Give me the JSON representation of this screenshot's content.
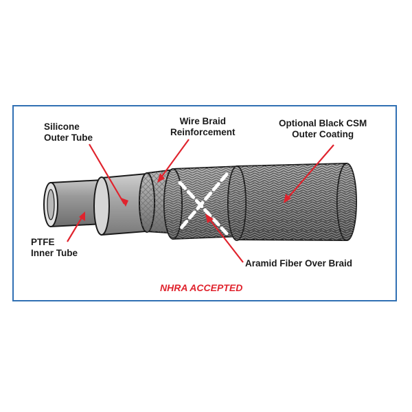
{
  "labels": {
    "silicone_outer_tube": [
      "Silicone",
      "Outer Tube"
    ],
    "wire_braid": [
      "Wire Braid",
      "Reinforcement"
    ],
    "black_csm": [
      "Optional Black CSM",
      "Outer Coating"
    ],
    "ptfe_inner_tube": [
      "PTFE",
      "Inner Tube"
    ],
    "aramid_fiber": "Aramid Fiber Over Braid",
    "nhra": "NHRA ACCEPTED"
  },
  "colors": {
    "frame_border": "#2f6fb3",
    "arrow": "#e0232d",
    "nhra_text": "#e0232d",
    "label_text": "#1a1a1a"
  }
}
